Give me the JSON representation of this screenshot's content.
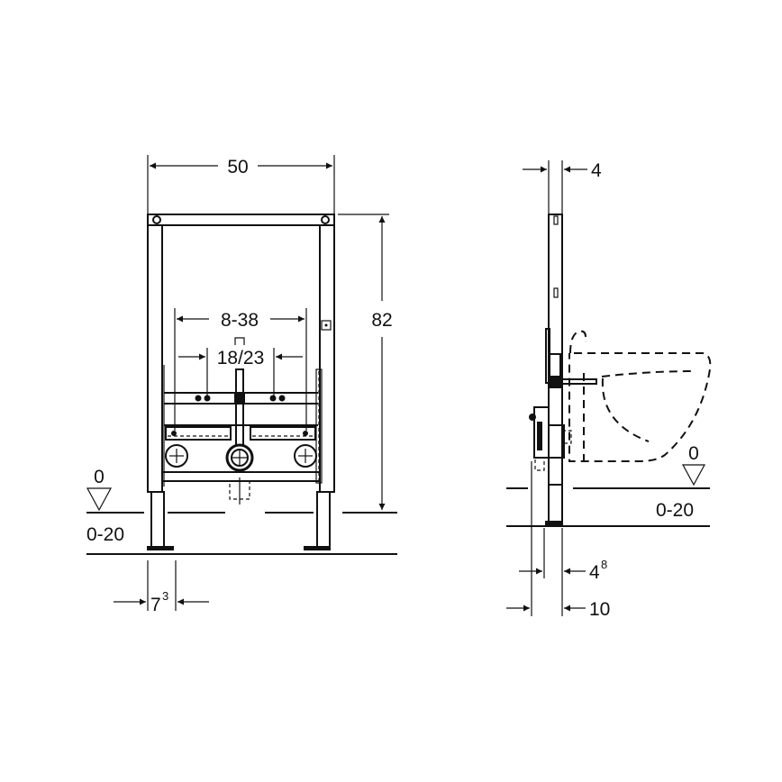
{
  "front_view": {
    "width_label": "50",
    "height_label": "82",
    "connection_range_label": "8-38",
    "connection_center_label": "18/23",
    "floor_level_label": "0",
    "floor_range_label": "0-20",
    "foot_width_base": "7",
    "foot_width_sup": "3"
  },
  "side_view": {
    "frame_depth_label": "4",
    "floor_level_label": "0",
    "floor_range_label": "0-20",
    "foot_depth_base": "4",
    "foot_depth_sup": "8",
    "total_depth_label": "10"
  },
  "colors": {
    "line": "#111111",
    "background": "#ffffff"
  }
}
